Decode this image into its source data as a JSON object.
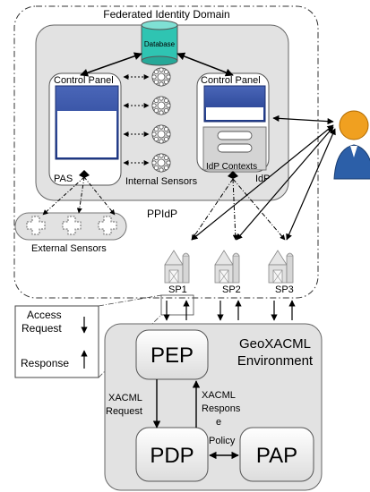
{
  "federated": {
    "title": "Federated Identity Domain"
  },
  "ppidp": {
    "label": "PPIdP"
  },
  "database": {
    "label": "Database"
  },
  "pas": {
    "label": "PAS",
    "panel_title": "Control Panel"
  },
  "idp": {
    "label": "IdP",
    "panel_title": "Control Panel",
    "contexts_label": "IdP Contexts"
  },
  "internal_sensors": {
    "label": "Internal Sensors"
  },
  "external_sensors": {
    "label": "External Sensors"
  },
  "service_providers": [
    {
      "label": "SP1"
    },
    {
      "label": "SP2"
    },
    {
      "label": "SP3"
    }
  ],
  "legend": {
    "access_request": [
      "Access",
      "Request"
    ],
    "response": "Response"
  },
  "geoxacml": {
    "title_lines": [
      "GeoXACML",
      "Environment"
    ],
    "pep": "PEP",
    "pdp": "PDP",
    "pap": "PAP",
    "xacml_request": [
      "XACML",
      "Request"
    ],
    "xacml_response": [
      "XACML",
      "Respons",
      "e"
    ],
    "policy": "Policy"
  },
  "colors": {
    "panel_blue": "#2e4ea0",
    "database_teal": "#2fc4b2",
    "user_orange": "#f0a020",
    "user_blue": "#2c5fa8"
  }
}
